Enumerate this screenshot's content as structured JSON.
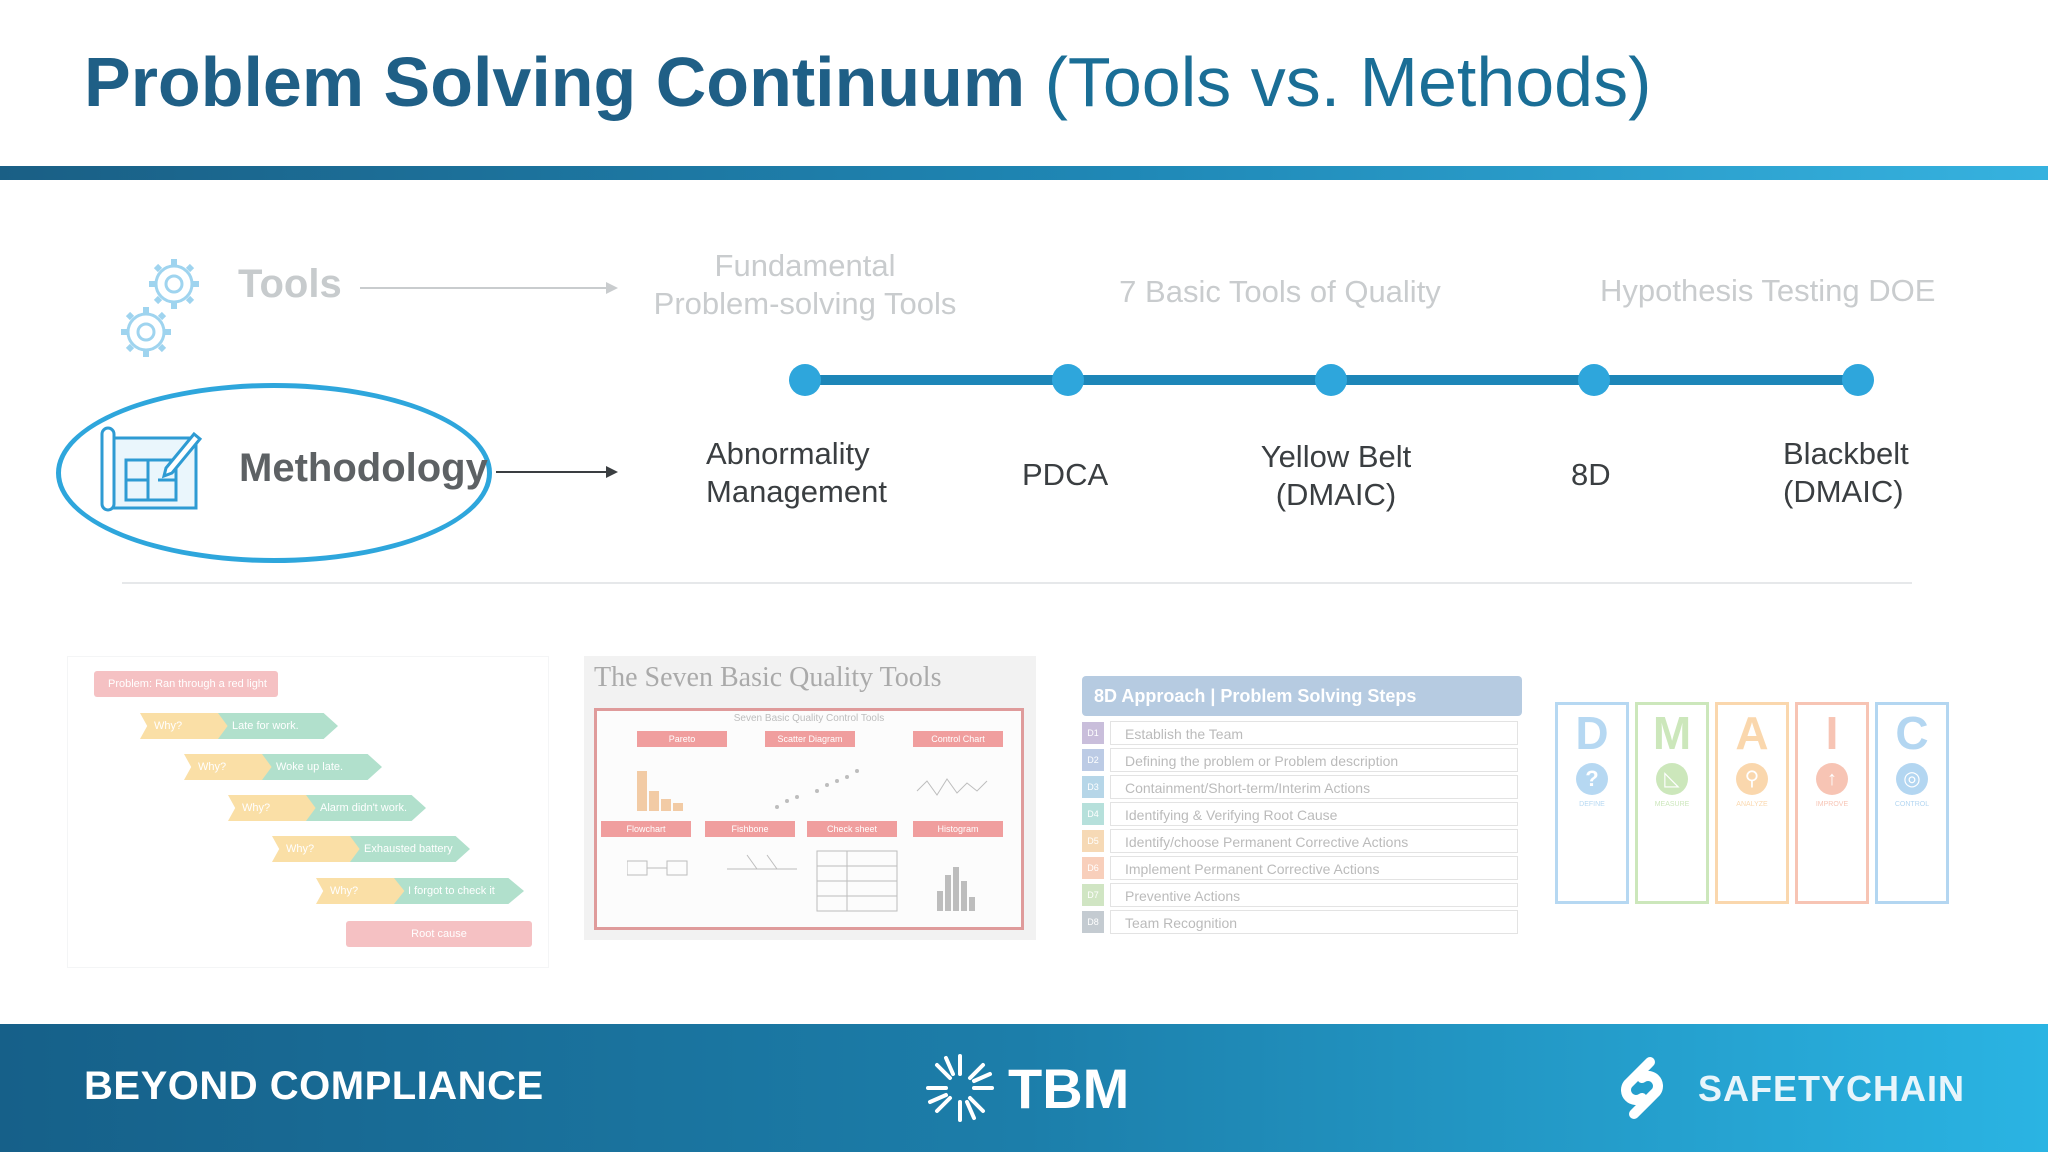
{
  "title": {
    "bold": "Problem Solving Continuum",
    "normal": "(Tools vs. Methods)"
  },
  "rows": {
    "tools_label": "Tools",
    "methodology_label": "Methodology"
  },
  "tools_items": [
    {
      "line1": "Fundamental",
      "line2": "Problem-solving Tools"
    },
    {
      "line1": "7 Basic Tools of Quality"
    },
    {
      "line1": "Hypothesis Testing  DOE"
    }
  ],
  "methods": [
    {
      "line1": "Abnormality",
      "line2": "Management"
    },
    {
      "line1": "PDCA"
    },
    {
      "line1": "Yellow Belt",
      "line2": "(DMAIC)"
    },
    {
      "line1": "8D"
    },
    {
      "line1": "Blackbelt",
      "line2": "(DMAIC)"
    }
  ],
  "five_whys": {
    "problem": "Problem: Ran through a red light",
    "why": "Why?",
    "answers": [
      "Late for work.",
      "Woke up late.",
      "Alarm didn't work.",
      "Exhausted battery",
      "I forgot to check it"
    ],
    "root": "Root cause"
  },
  "seven_tools": {
    "heading": "The Seven Basic Quality Tools",
    "subheading": "Seven Basic Quality Control Tools",
    "tools": [
      "Pareto",
      "Scatter Diagram",
      "Control Chart",
      "Flowchart",
      "Fishbone",
      "Check sheet",
      "Histogram"
    ]
  },
  "eight_d": {
    "heading": "8D Approach | Problem Solving Steps",
    "steps": [
      "D1",
      "D2",
      "D3",
      "D4",
      "D5",
      "D6",
      "D7",
      "D8"
    ],
    "items": [
      "Establish the Team",
      "Defining the problem or Problem description",
      "Containment/Short-term/Interim Actions",
      "Identifying & Verifying Root Cause",
      "Identify/choose Permanent Corrective Actions",
      "Implement Permanent Corrective Actions",
      "Preventive Actions",
      "Team Recognition"
    ]
  },
  "dmaic": {
    "letters": [
      "D",
      "M",
      "A",
      "I",
      "C"
    ],
    "words": [
      "DEFINE",
      "MEASURE",
      "ANALYZE",
      "IMPROVE",
      "CONTROL"
    ],
    "colors": [
      "#6fb3e6",
      "#9ad07a",
      "#f6b15d",
      "#f08b6c",
      "#6aaee4"
    ]
  },
  "footer": {
    "tagline": "BEYOND COMPLIANCE",
    "logo_tbm": "TBM",
    "logo_safety": "SAFETYCHAIN"
  },
  "colors": {
    "accent": "#1a6e96",
    "timeline": "#1d86b8",
    "dot": "#2ea6dc"
  }
}
